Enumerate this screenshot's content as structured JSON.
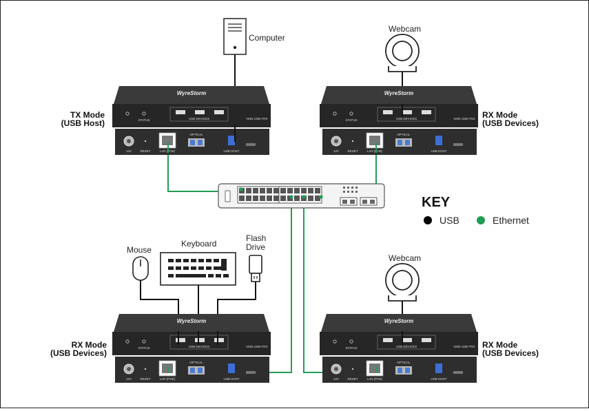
{
  "devices": {
    "computer": "Computer",
    "webcam_top": "Webcam",
    "webcam_bottom": "Webcam",
    "mouse": "Mouse",
    "keyboard": "Keyboard",
    "flash_drive_line1": "Flash",
    "flash_drive_line2": "Drive"
  },
  "modes": {
    "tx": {
      "line1": "TX Mode",
      "line2": "(USB Host)"
    },
    "rx_top_right": {
      "line1": "RX Mode",
      "line2": "(USB Devices)"
    },
    "rx_bottom_left": {
      "line1": "RX Mode",
      "line2": "(USB Devices)"
    },
    "rx_bottom_right": {
      "line1": "RX Mode",
      "line2": "(USB Devices)"
    }
  },
  "unit_text": {
    "brand": "WyreStorm",
    "status": "STATUS",
    "usb_devices": "USB DEVICES",
    "power": "12V",
    "reset": "RESET",
    "lan": "LAN (POE)",
    "optical": "OPTICAL",
    "usb_host": "USB HOST",
    "model_tx": "NHD-USB-TRX",
    "model_rx": "NHD-USB-TRX"
  },
  "key": {
    "title": "KEY",
    "usb_label": "USB",
    "ethernet_label": "Ethernet",
    "usb_color": "#000000",
    "ethernet_color": "#1f9d55"
  },
  "colors": {
    "ethernet": "#1f9d55",
    "usb": "#111111",
    "chassis": "#2a2a2a",
    "chassis_top": "#333333"
  }
}
